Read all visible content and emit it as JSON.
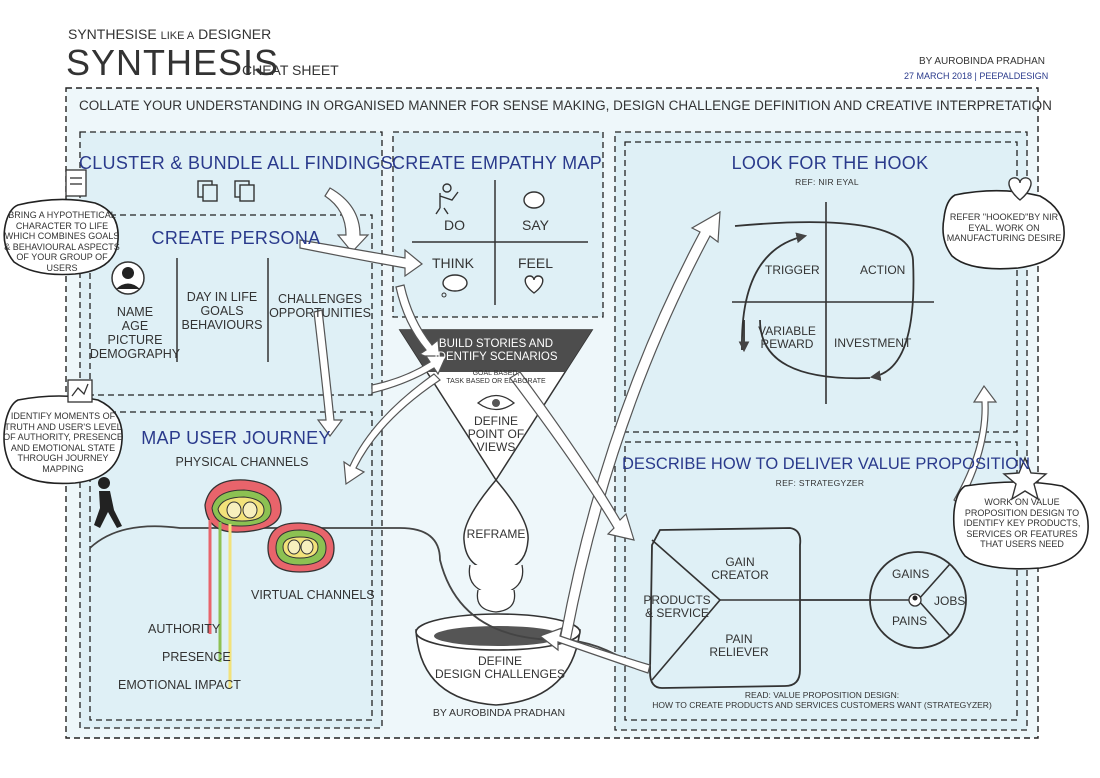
{
  "header": {
    "top_line_a": "SYNTHESISE",
    "top_line_b": "LIKE A",
    "top_line_c": "DESIGNER",
    "title": "SYNTHESIS",
    "subtitle": "CHEAT SHEET",
    "author": "BY AUROBINDA PRADHAN",
    "date": "27 MARCH 2018 | PEEPALDESIGN",
    "banner": "COLLATE YOUR UNDERSTANDING IN ORGANISED MANNER FOR SENSE MAKING, DESIGN CHALLENGE DEFINITION AND CREATIVE INTERPRETATION"
  },
  "cluster": {
    "title": "CLUSTER & BUNDLE ALL FINDINGS"
  },
  "persona": {
    "title": "CREATE PERSONA",
    "col1": [
      "NAME",
      "AGE",
      "PICTURE",
      "DEMOGRAPHY"
    ],
    "col2": [
      "DAY IN LIFE",
      "GOALS",
      "BEHAVIOURS"
    ],
    "col3": [
      "CHALLENGES",
      "OPPORTUNITIES"
    ],
    "bubble": [
      "BRING A HYPOTHETICAL",
      "CHARACTER TO LIFE",
      "WHICH COMBINES GOALS",
      "& BEHAVIOURAL ASPECTS",
      "OF YOUR GROUP OF",
      "USERS"
    ]
  },
  "journey": {
    "title": "MAP USER JOURNEY",
    "physical": "PHYSICAL CHANNELS",
    "virtual": "VIRTUAL CHANNELS",
    "authority": "AUTHORITY",
    "presence": "PRESENCE",
    "emotional": "EMOTIONAL IMPACT",
    "bubble": [
      "IDENTIFY MOMENTS OF",
      "TRUTH AND USER'S LEVEL",
      "OF AUTHORITY, PRESENCE",
      "AND EMOTIONAL STATE",
      "THROUGH JOURNEY",
      "MAPPING"
    ],
    "colors": {
      "authority": "#e8646b",
      "presence": "#8cc152",
      "emotional": "#f2e27a"
    }
  },
  "empathy": {
    "title": "CREATE EMPATHY MAP",
    "do": "DO",
    "say": "SAY",
    "think": "THINK",
    "feel": "FEEL"
  },
  "funnel": {
    "stories_line1": "BUILD STORIES AND",
    "stories_line2": "IDENTIFY SCENARIOS",
    "stories_sub1": "GOAL BASED,",
    "stories_sub2": "TASK BASED OR ELABORATE",
    "pov": [
      "DEFINE",
      "POINT OF",
      "VIEWS"
    ],
    "reframe": "REFRAME",
    "define1": "DEFINE",
    "define2": "DESIGN CHALLENGES",
    "author": "BY AUROBINDA PRADHAN"
  },
  "hook": {
    "title": "LOOK FOR THE HOOK",
    "ref": "REF: NIR EYAL",
    "trigger": "TRIGGER",
    "action": "ACTION",
    "variable": [
      "VARIABLE",
      "REWARD"
    ],
    "investment": "INVESTMENT",
    "bubble": [
      "REFER \"HOOKED\"BY NIR",
      "EYAL. WORK ON",
      "MANUFACTURING DESIRE"
    ]
  },
  "value": {
    "title": "DESCRIBE HOW TO DELIVER VALUE PROPOSITION",
    "ref": "REF: STRATEGYZER",
    "gain_creator": [
      "GAIN",
      "CREATOR"
    ],
    "products": [
      "PRODUCTS",
      "& SERVICE"
    ],
    "pain_reliever": [
      "PAIN",
      "RELIEVER"
    ],
    "gains": "GAINS",
    "jobs": "JOBS",
    "pains": "PAINS",
    "read1": "READ: VALUE PROPOSITION DESIGN:",
    "read2": "HOW TO CREATE PRODUCTS AND SERVICES CUSTOMERS WANT (STRATEGYZER)",
    "bubble": [
      "WORK ON VALUE",
      "PROPOSITION DESIGN TO",
      "IDENTIFY KEY PRODUCTS,",
      "SERVICES OR FEATURES",
      "THAT USERS NEED"
    ]
  },
  "colors": {
    "panel": "#dff0f6",
    "panel_light": "#eaf5f9",
    "accent_blue": "#2a3a8c",
    "dark_band": "#4d4d4d"
  }
}
